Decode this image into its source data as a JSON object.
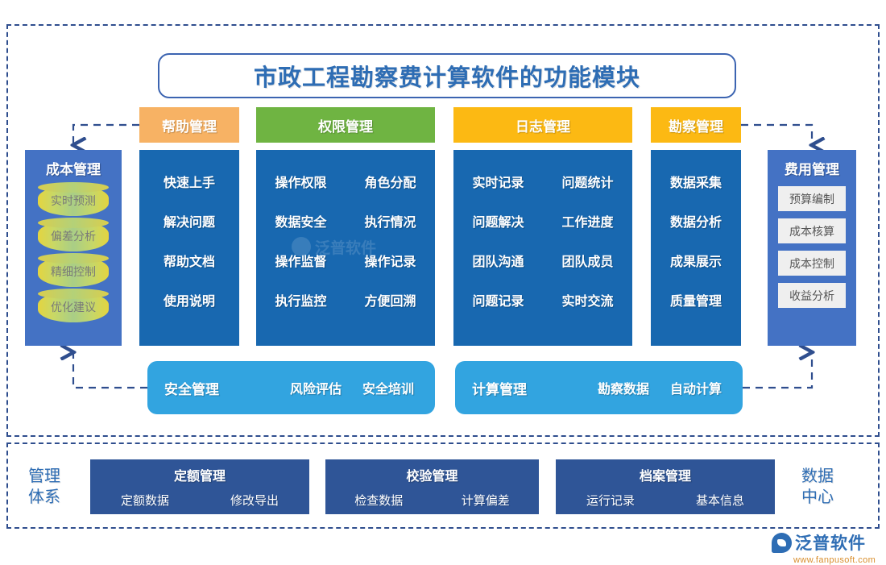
{
  "title": "市政工程勘察费计算软件的功能模块",
  "columns": [
    {
      "key": "help",
      "header": "帮助管理",
      "header_color": "#F7B264",
      "items": [
        "快速上手",
        "解决问题",
        "帮助文档",
        "使用说明"
      ]
    },
    {
      "key": "permission",
      "header": "权限管理",
      "header_color": "#6FB442",
      "items": [
        "操作权限",
        "角色分配",
        "数据安全",
        "执行情况",
        "操作监督",
        "操作记录",
        "执行监控",
        "方便回溯"
      ]
    },
    {
      "key": "log",
      "header": "日志管理",
      "header_color": "#FCB913",
      "items": [
        "实时记录",
        "问题统计",
        "问题解决",
        "工作进度",
        "团队沟通",
        "团队成员",
        "问题记录",
        "实时交流"
      ]
    },
    {
      "key": "survey",
      "header": "勘察管理",
      "header_color": "#FCB913",
      "items": [
        "数据采集",
        "数据分析",
        "成果展示",
        "质量管理"
      ]
    }
  ],
  "left_panel": {
    "title": "成本管理",
    "items": [
      "实时预测",
      "偏差分析",
      "精细控制",
      "优化建议"
    ]
  },
  "right_panel": {
    "title": "费用管理",
    "items": [
      "预算编制",
      "成本核算",
      "成本控制",
      "收益分析"
    ]
  },
  "wide_boxes": [
    {
      "key": "safety",
      "title": "安全管理",
      "items": [
        "风险评估",
        "安全培训"
      ]
    },
    {
      "key": "calculation",
      "title": "计算管理",
      "items": [
        "勘察数据",
        "自动计算"
      ]
    }
  ],
  "bottom": {
    "left_label": "管理\n体系",
    "left_label_line1": "管理",
    "left_label_line2": "体系",
    "right_label_line1": "数据",
    "right_label_line2": "中心",
    "boxes": [
      {
        "key": "quota",
        "title": "定额管理",
        "items": [
          "定额数据",
          "修改导出"
        ]
      },
      {
        "key": "verify",
        "title": "校验管理",
        "items": [
          "检查数据",
          "计算偏差"
        ]
      },
      {
        "key": "archive",
        "title": "档案管理",
        "items": [
          "运行记录",
          "基本信息"
        ]
      }
    ]
  },
  "watermark": {
    "text": "泛普软件"
  },
  "logo": {
    "name": "泛普软件",
    "url": "www.fanpusoft.com"
  },
  "colors": {
    "frame": "#2F4E8E",
    "title_text": "#2E6DB4",
    "body_blue": "#1868B0",
    "panel_blue": "#4472C4",
    "wide_blue": "#32A4E0",
    "bottom_blue": "#2F5597"
  }
}
